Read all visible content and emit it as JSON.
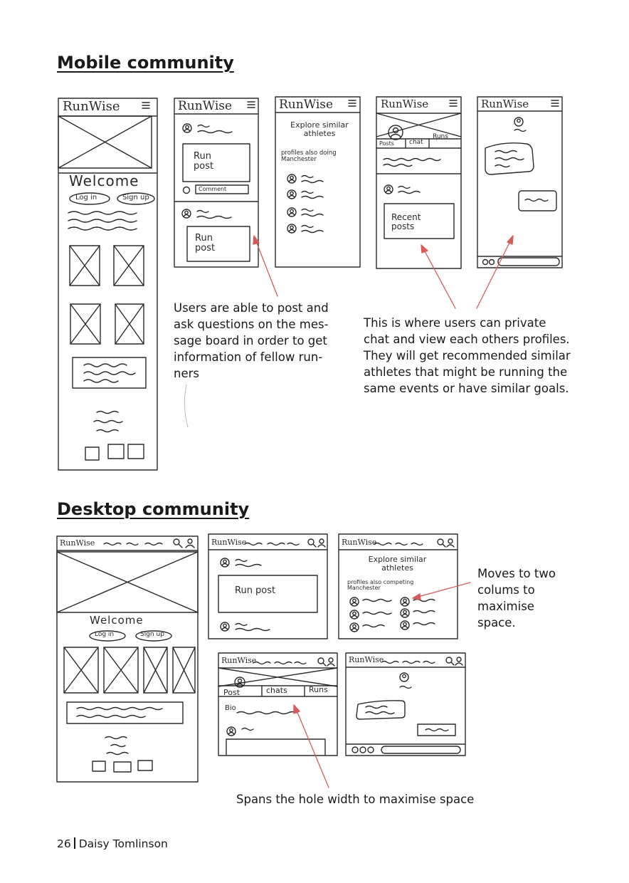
{
  "headings": {
    "mobile": "Mobile community",
    "desktop": "Desktop community"
  },
  "annotations": {
    "post": "Users are able to post and ask questions on the mes-sage board in order to get information of fellow run-ners",
    "chat": "This is where users can private chat and view each others profiles. They will get recommended similar athletes that might be running the same events or have similar goals.",
    "columns": "Moves to two colums to maximise space.",
    "span": "Spans the hole width to maximise space"
  },
  "sketch_text": {
    "logo": "RunWise",
    "welcome": "Welcome",
    "login": "Log in",
    "signup": "Sign up",
    "run_post": "Run post",
    "comment": "Comment",
    "explore": "Explore similar athletes",
    "profiles_mobile": "profiles also doing Manchester",
    "profiles_desktop": "profiles also competing Manchester",
    "tab_posts": "Posts",
    "tab_chat": "chat",
    "tab_runs": "Runs",
    "recent_posts": "Recent posts",
    "tab_post": "Post",
    "tab_chats": "chats",
    "bio": "Bio"
  },
  "footer": {
    "page": "26",
    "author": "Daisy Tomlinson"
  },
  "colors": {
    "arrow": "#d65c5c",
    "ink": "#2b2b2b"
  }
}
